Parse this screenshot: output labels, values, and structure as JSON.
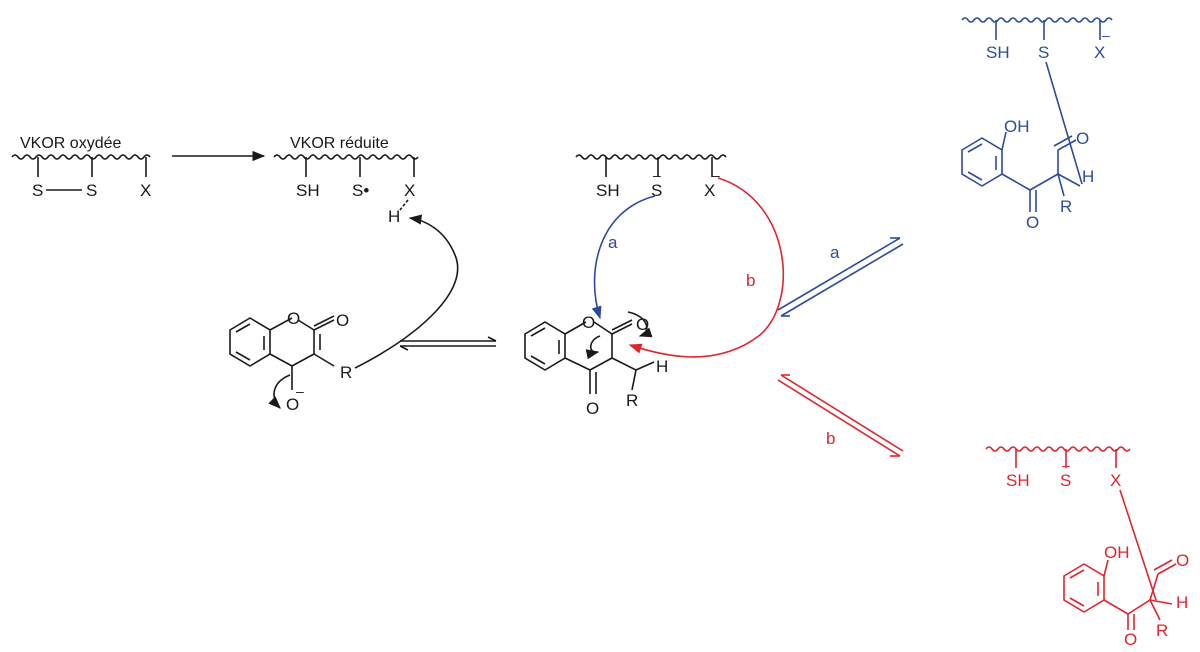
{
  "titles": {
    "oxidized": "VKOR oxydée",
    "reduced": "VKOR réduite"
  },
  "atoms": {
    "S": "S",
    "SH": "SH",
    "S_radical": "S•",
    "X": "X",
    "H": "H",
    "O": "O",
    "OH": "OH",
    "R": "R",
    "minus": "–"
  },
  "pathways": {
    "a": "a",
    "b": "b"
  },
  "colors": {
    "black": "#1a1a1a",
    "pathway_a": "#2e4a9e",
    "pathway_b": "#e0252d"
  }
}
